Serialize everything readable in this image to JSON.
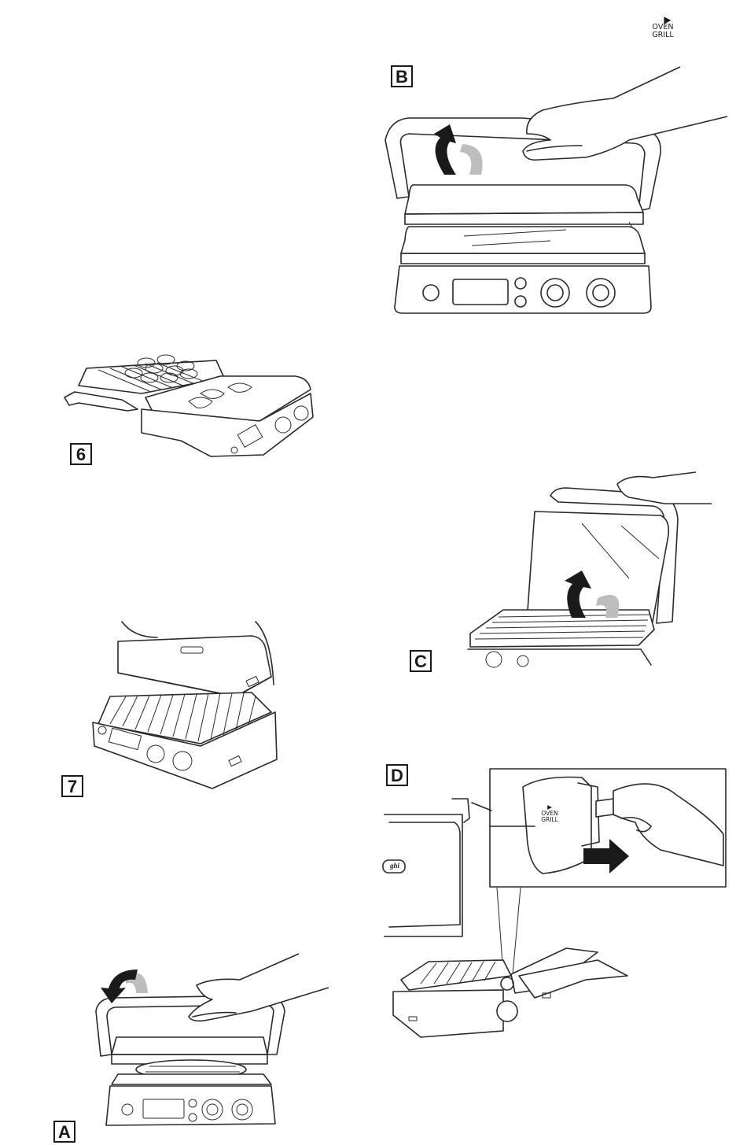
{
  "figures": {
    "fig6": {
      "label": "6"
    },
    "fig7": {
      "label": "7"
    },
    "figA": {
      "label": "A"
    },
    "figB": {
      "label": "B"
    },
    "figC": {
      "label": "C"
    },
    "figD": {
      "label": "D"
    }
  },
  "oven_grill_indicator": {
    "line1": "OVEN",
    "line2": "GRILL"
  },
  "callout_indicator": {
    "line1": "OVEN",
    "line2": "GRILL"
  },
  "brand_badge": "ghi"
}
